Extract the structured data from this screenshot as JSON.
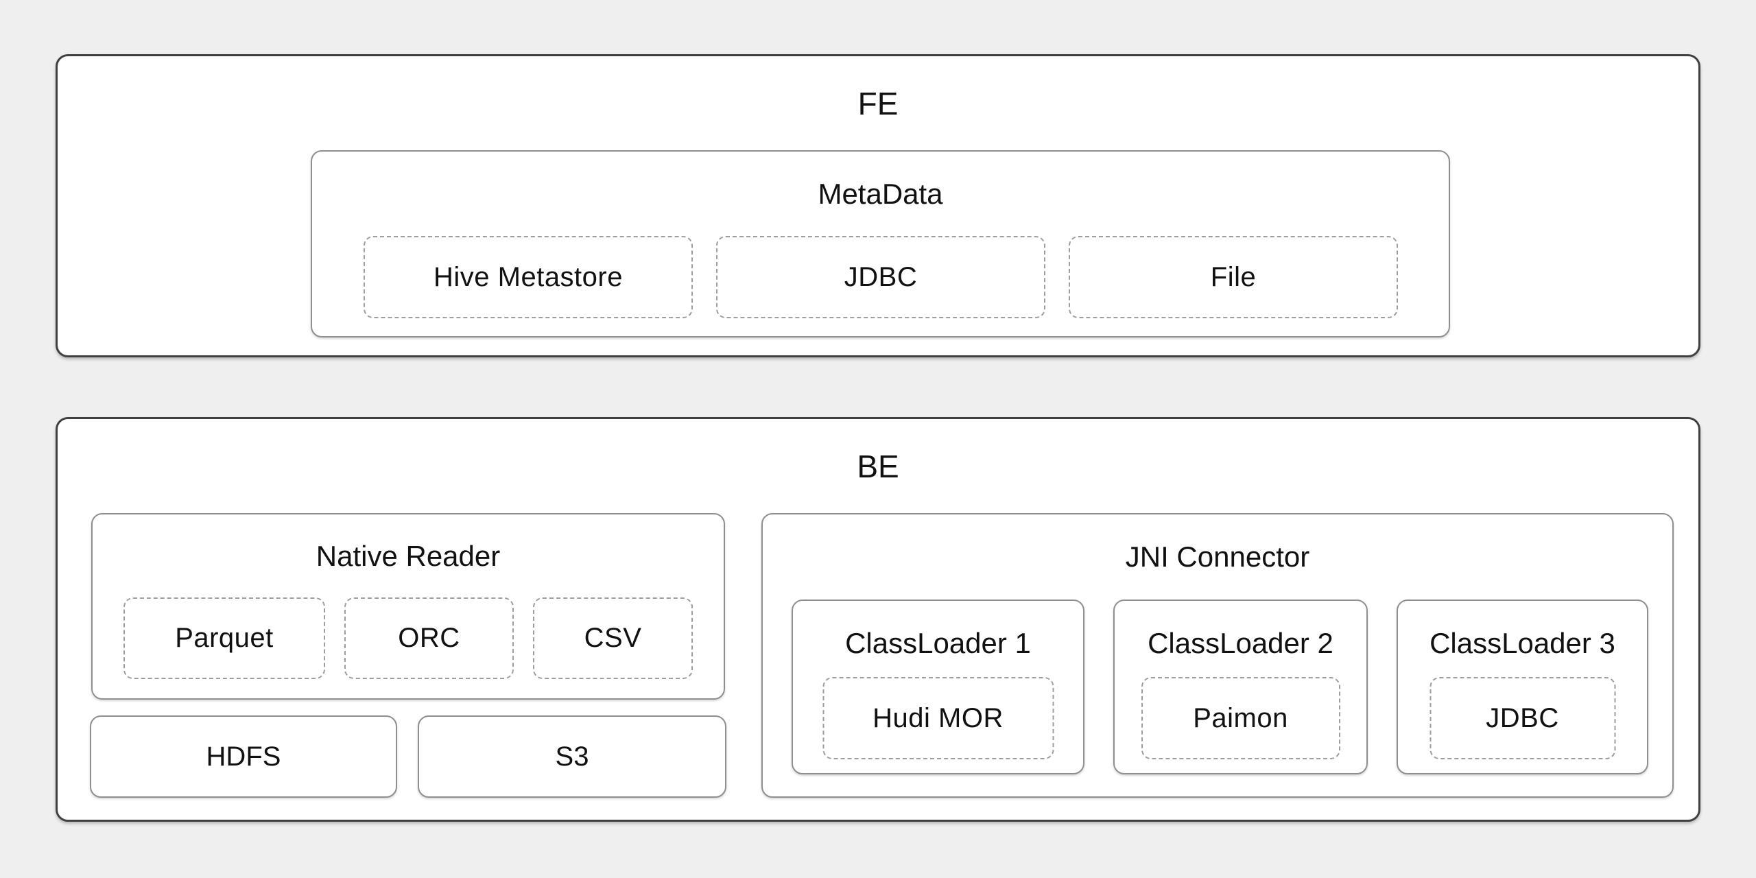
{
  "diagram": {
    "fe": {
      "title": "FE",
      "metadata": {
        "title": "MetaData",
        "items": [
          "Hive Metastore",
          "JDBC",
          "File"
        ]
      }
    },
    "be": {
      "title": "BE",
      "native_reader": {
        "title": "Native Reader",
        "items": [
          "Parquet",
          "ORC",
          "CSV"
        ]
      },
      "storage": [
        "HDFS",
        "S3"
      ],
      "jni_connector": {
        "title": "JNI Connector",
        "classloaders": [
          {
            "title": "ClassLoader 1",
            "item": "Hudi MOR"
          },
          {
            "title": "ClassLoader 2",
            "item": "Paimon"
          },
          {
            "title": "ClassLoader 3",
            "item": "JDBC"
          }
        ]
      }
    },
    "colors": {
      "background": "#efefef",
      "box_fill": "#ffffff",
      "outer_border": "#404040",
      "inner_border": "#8f8f8f",
      "dashed_border": "#9e9e9e",
      "text": "#111111"
    }
  }
}
